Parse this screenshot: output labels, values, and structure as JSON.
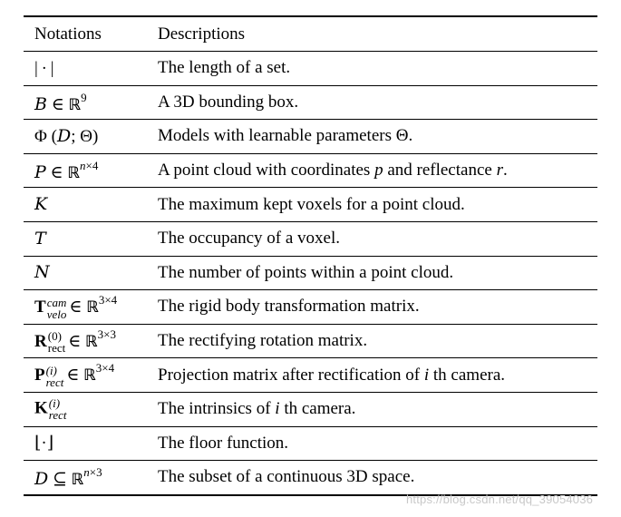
{
  "header": {
    "notations": "Notations",
    "descriptions": "Descriptions"
  },
  "rows": [
    {
      "description": "The length of a set."
    },
    {
      "description": "A 3D bounding box."
    },
    {
      "description": "Models with learnable parameters Θ."
    },
    {
      "description_pre": "A point cloud with coordinates ",
      "var1": "p",
      "description_mid": " and reflectance ",
      "var2": "r",
      "description_post": "."
    },
    {
      "description": "The maximum kept voxels for a point cloud."
    },
    {
      "description": "The occupancy of a voxel."
    },
    {
      "description": "The number of points within a point cloud."
    },
    {
      "description": "The rigid body transformation matrix."
    },
    {
      "description": "The rectifying rotation matrix."
    },
    {
      "description_pre": "Projection matrix after rectification of ",
      "var1": "i",
      "description_post": " th camera."
    },
    {
      "description_pre": "The intrinsics of ",
      "var1": "i",
      "description_post": " th camera."
    },
    {
      "description": "The floor function."
    },
    {
      "description": "The subset of a continuous 3D space."
    }
  ],
  "watermark": "https://blog.csdn.net/qq_39054036"
}
